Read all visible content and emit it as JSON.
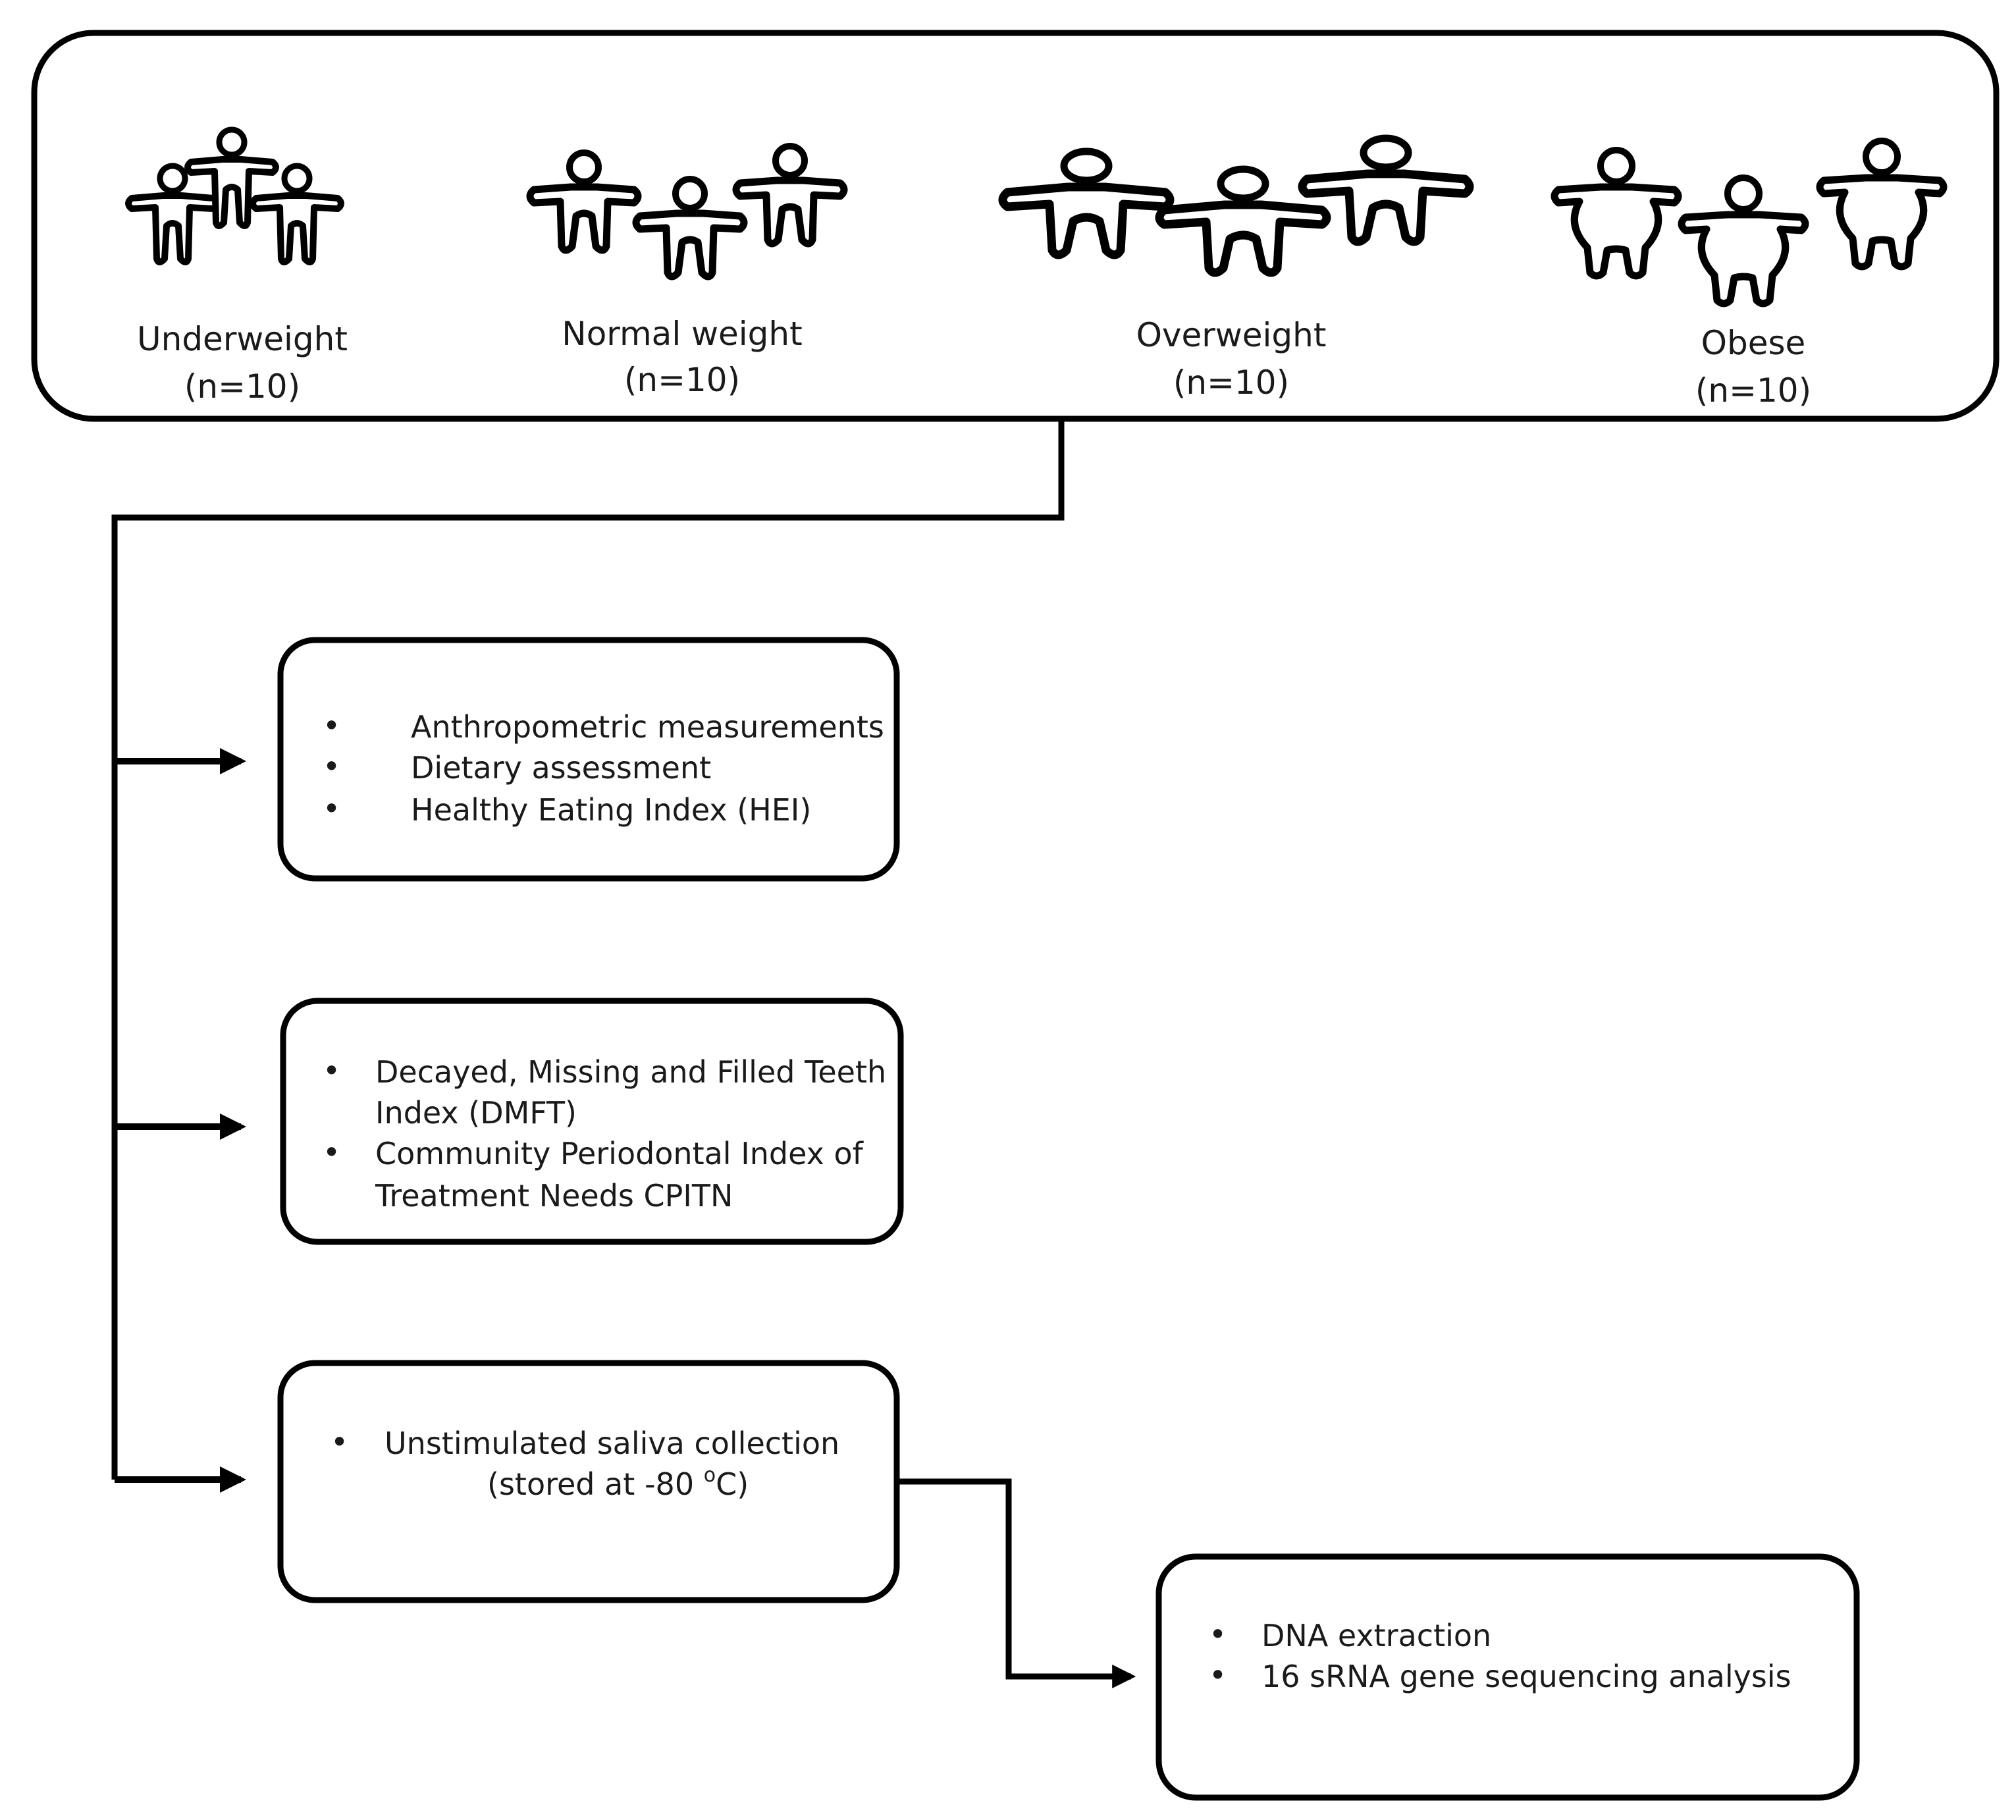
{
  "groups": [
    {
      "label": "Underweight",
      "count": "(n=10)",
      "icon": "underweight-people-icon"
    },
    {
      "label": "Normal weight",
      "count": "(n=10)",
      "icon": "normal-weight-people-icon"
    },
    {
      "label": "Overweight",
      "count": "(n=10)",
      "icon": "overweight-people-icon"
    },
    {
      "label": "Obese",
      "count": "(n=10)",
      "icon": "obese-people-icon"
    }
  ],
  "boxes": {
    "assessment": {
      "items": [
        "Anthropometric measurements",
        "Dietary assessment",
        "Healthy Eating Index (HEI)"
      ]
    },
    "oral_health": {
      "item1_line1": "Decayed, Missing and Filled Teeth",
      "item1_line2": "Index (DMFT)",
      "item2_line1": "Community Periodontal Index of",
      "item2_line2": "Treatment Needs CPITN"
    },
    "saliva": {
      "line1": "Unstimulated saliva collection",
      "line2_prefix": "(stored at -80 ",
      "line2_degree": "o",
      "line2_suffix": "C)"
    },
    "sequencing": {
      "items": [
        "DNA extraction",
        "16 sRNA gene sequencing analysis"
      ]
    }
  },
  "bullet_glyph": "•",
  "colors": {
    "stroke": "#000000",
    "text": "#1a1a1a",
    "background": "#ffffff"
  }
}
